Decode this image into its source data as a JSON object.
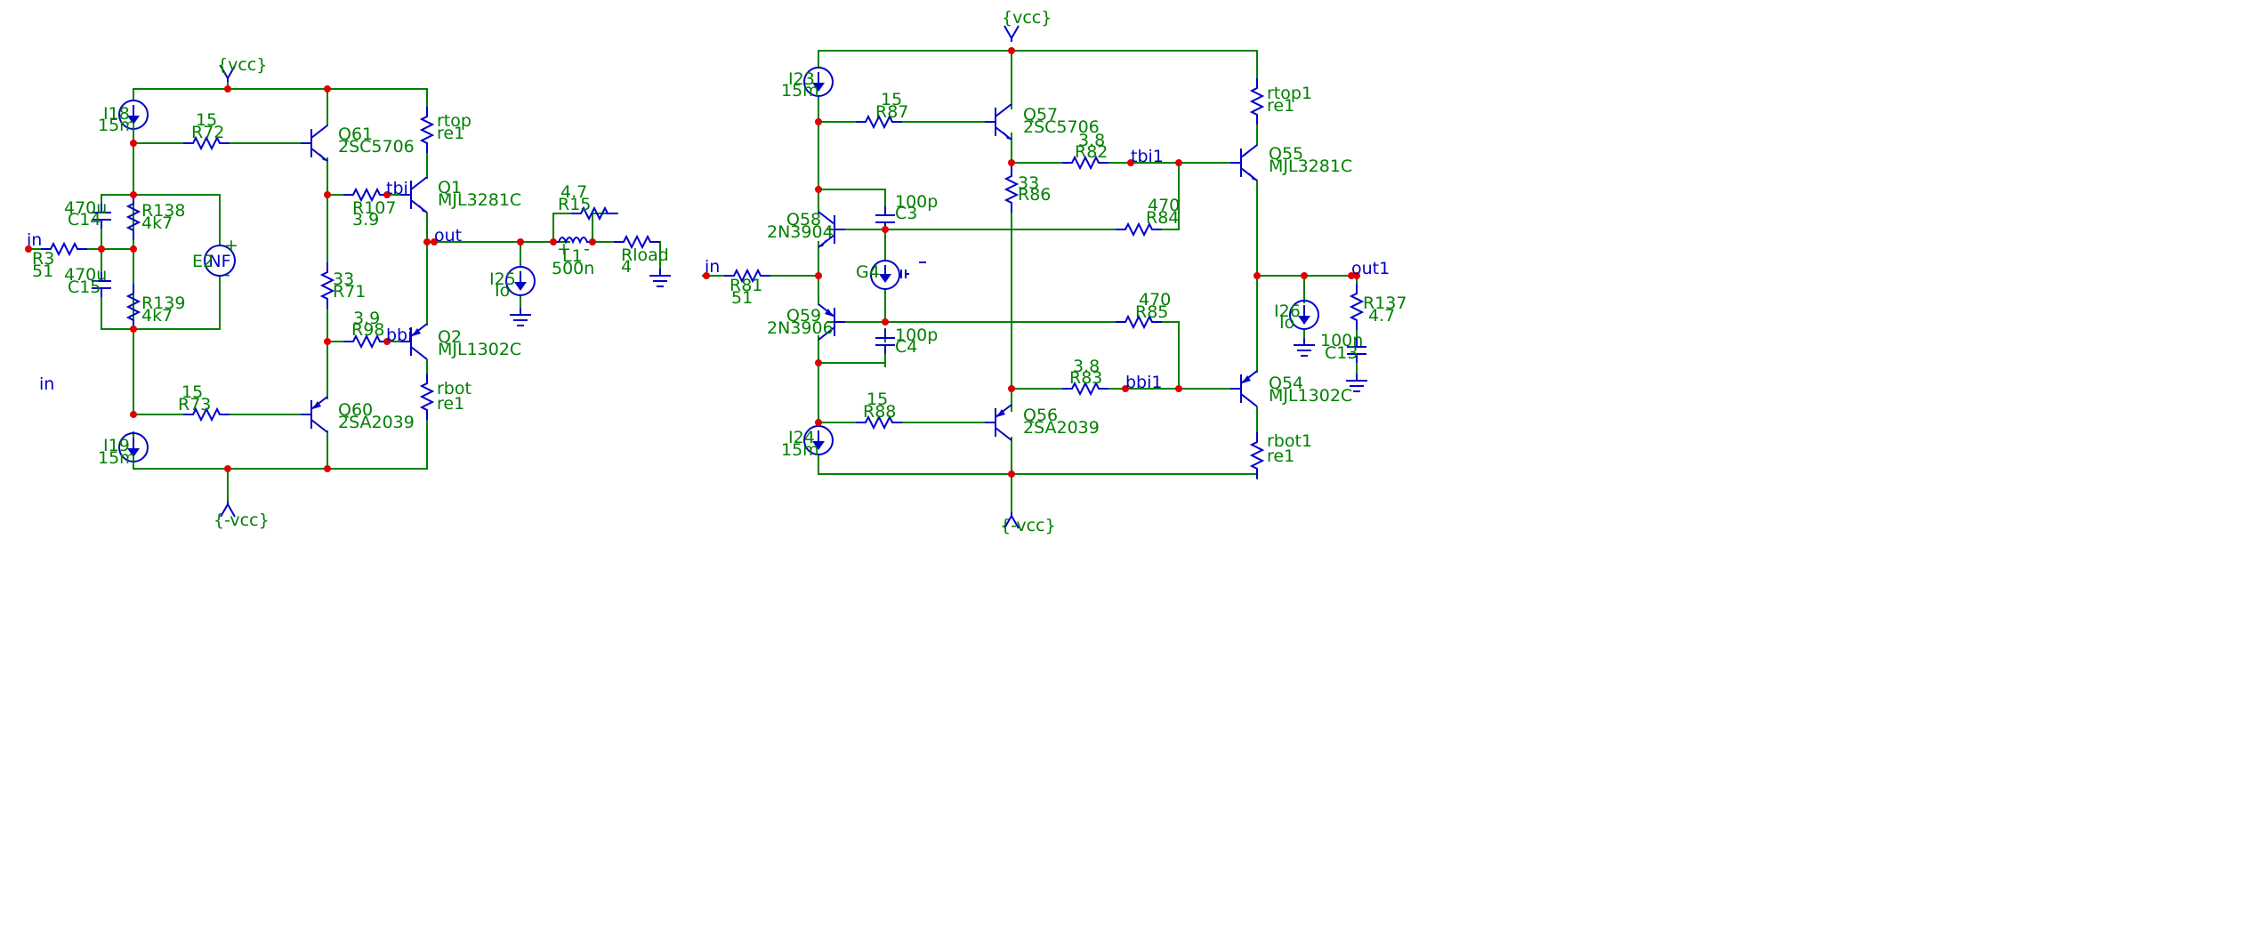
{
  "title": "",
  "colors": {
    "wire": "#008000",
    "component": "#0000c8",
    "junction": "#e00000",
    "background": "#ffffff"
  },
  "left": {
    "vcc": "{vcc}",
    "vee": "{-vcc}",
    "nets": {
      "in1": "in",
      "in2": "in",
      "tbi": "tbi",
      "bbi": "bbi",
      "out": "out"
    },
    "I18": {
      "name": "I18",
      "value": "15m"
    },
    "I19": {
      "name": "I19",
      "value": "15m"
    },
    "I25": {
      "name": "I25",
      "value": "Io"
    },
    "R72": {
      "name": "R72",
      "value": "15"
    },
    "R73": {
      "name": "R73",
      "value": "15"
    },
    "R138": {
      "name": "R138",
      "value": "4k7"
    },
    "R139": {
      "name": "R139",
      "value": "4k7"
    },
    "R3": {
      "name": "R3",
      "value": "51"
    },
    "R107": {
      "name": "R107",
      "value": "3.9"
    },
    "R98": {
      "name": "R98",
      "value": "3.9"
    },
    "R71": {
      "name": "R71",
      "value": "33"
    },
    "C14": {
      "name": "C14",
      "value": "470u"
    },
    "C15": {
      "name": "C15",
      "value": "470u"
    },
    "E2": {
      "name": "E2",
      "glyph": "NF",
      "plus": "+",
      "minus": "-"
    },
    "Q61": {
      "name": "Q61",
      "model": "2SC5706"
    },
    "Q60": {
      "name": "Q60",
      "model": "2SA2039"
    },
    "Q1": {
      "name": "Q1",
      "model": "MJL3281C"
    },
    "Q2": {
      "name": "Q2",
      "model": "MJL1302C"
    },
    "rtop": {
      "name": "rtop",
      "value": "re1"
    },
    "rbot": {
      "name": "rbot",
      "value": "re1"
    },
    "R15": {
      "name": "R15",
      "value": "4.7"
    },
    "L1": {
      "name": "L1",
      "value": "500n"
    },
    "Rload": {
      "name": "Rload",
      "value": "4"
    }
  },
  "right": {
    "vcc": "{vcc}",
    "vee": "{-vcc}",
    "nets": {
      "in": "in",
      "tbi1": "tbi1",
      "bbi1": "bbi1",
      "out1": "out1"
    },
    "I23": {
      "name": "I23",
      "value": "15m"
    },
    "I24": {
      "name": "I24",
      "value": "15m"
    },
    "I26": {
      "name": "I26",
      "value": "Io"
    },
    "R87": {
      "name": "R87",
      "value": "15"
    },
    "R88": {
      "name": "R88",
      "value": "15"
    },
    "R82": {
      "name": "R82",
      "value": "3.8"
    },
    "R83": {
      "name": "R83",
      "value": "3.8"
    },
    "R84": {
      "name": "R84",
      "value": "470"
    },
    "R85": {
      "name": "R85",
      "value": "470"
    },
    "R86": {
      "name": "R86",
      "value": "33"
    },
    "R81": {
      "name": "R81",
      "value": "51"
    },
    "R137": {
      "name": "R137",
      "value": "4.7"
    },
    "C3": {
      "name": "C3",
      "value": "100p"
    },
    "C4": {
      "name": "C4",
      "value": "100p"
    },
    "C13": {
      "name": "C13",
      "value": "100n"
    },
    "G4": {
      "name": "G4"
    },
    "Q57": {
      "name": "Q57",
      "model": "2SC5706"
    },
    "Q56": {
      "name": "Q56",
      "model": "2SA2039"
    },
    "Q58": {
      "name": "Q58",
      "model": "2N3904"
    },
    "Q59": {
      "name": "Q59",
      "model": "2N3906"
    },
    "Q55": {
      "name": "Q55",
      "model": "MJL3281C"
    },
    "Q54": {
      "name": "Q54",
      "model": "MJL1302C"
    },
    "rtop1": {
      "name": "rtop1",
      "value": "re1"
    },
    "rbot1": {
      "name": "rbot1",
      "value": "re1"
    }
  }
}
